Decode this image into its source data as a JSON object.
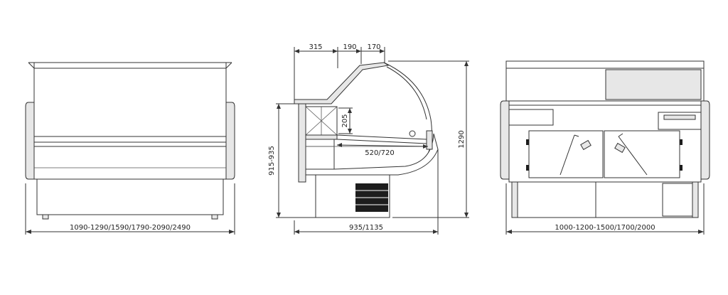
{
  "views": {
    "front": {
      "width_dimension": "1090-1290/1590/1790-2090/2490"
    },
    "side": {
      "top_dims": [
        "315",
        "190",
        "170"
      ],
      "shelf_height": "205",
      "depth_inner": "520/720",
      "depth_total": "935/1135",
      "counter_height": "915-935",
      "total_height": "1290"
    },
    "back": {
      "width_dimension": "1000-1200-1500/1700/2000"
    }
  }
}
